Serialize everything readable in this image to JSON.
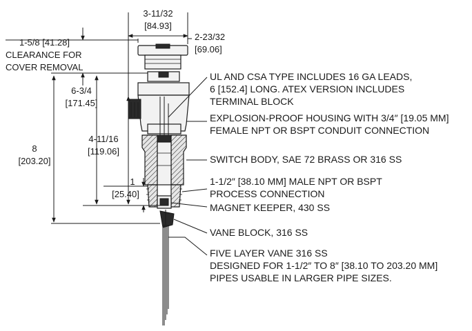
{
  "dimensions": {
    "cover_width": {
      "frac": "3-11/32",
      "mm": "[84.93]"
    },
    "cap_width": {
      "frac": "2-23/32",
      "mm": "[69.06]"
    },
    "clearance": {
      "line1": "1-5/8 [41.28]",
      "line2": "CLEARANCE FOR",
      "line3": "COVER REMOVAL"
    },
    "housing_height": {
      "frac": "6-3/4",
      "mm": "[171.45]"
    },
    "overall_height": {
      "frac": "8",
      "mm": "[203.20]"
    },
    "body_height": {
      "frac": "4-11/16",
      "mm": "[119.06]"
    },
    "thread_height": {
      "frac": "1",
      "mm": "[25.40]"
    }
  },
  "callouts": {
    "leads": [
      "UL AND CSA TYPE INCLUDES 16 GA LEADS,",
      "6 [152.4] LONG. ATEX VERSION INCLUDES",
      "TERMINAL BLOCK"
    ],
    "housing": [
      "EXPLOSION-PROOF HOUSING WITH 3/4″ [19.05 MM]",
      "FEMALE NPT OR BSPT CONDUIT CONNECTION"
    ],
    "switch_body": [
      "SWITCH BODY, SAE 72 BRASS OR 316 SS"
    ],
    "process": [
      "1-1/2″ [38.10 MM] MALE NPT OR BSPT",
      "PROCESS CONNECTION"
    ],
    "magnet": [
      "MAGNET KEEPER, 430 SS"
    ],
    "vane_block": [
      "VANE BLOCK, 316 SS"
    ],
    "vane": [
      "FIVE LAYER VANE 316 SS",
      "DESIGNED FOR 1-1/2″ TO 8″ [38.10 TO 203.20 MM]",
      "PIPES USABLE IN LARGER PIPE SIZES."
    ]
  }
}
